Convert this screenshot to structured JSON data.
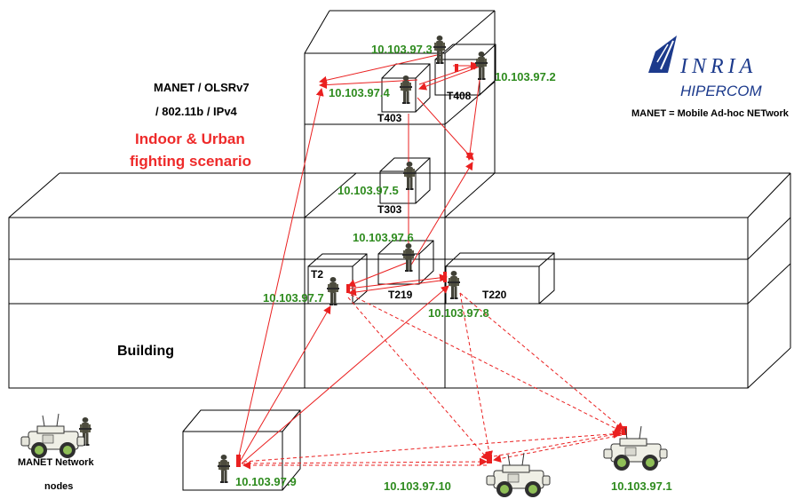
{
  "header": {
    "protocol_line1": "MANET / OLSRv7",
    "protocol_line2": "/ 802.11b / IPv4",
    "scenario_line1": "Indoor & Urban",
    "scenario_line2": "fighting scenario"
  },
  "logo": {
    "name": "INRIA",
    "project": "HIPERCOM",
    "definition": "MANET = Mobile Ad-hoc NETwork"
  },
  "building_label": "Building",
  "legend": {
    "line1": "MANET Network",
    "line2": "nodes"
  },
  "rooms": {
    "t408": "T408",
    "t403": "T403",
    "t303": "T303",
    "t2": "T2",
    "t219": "T219",
    "t220": "T220"
  },
  "nodes": {
    "n3": "10.103.97.3",
    "n2": "10.103.97.2",
    "n4": "10.103.97.4",
    "n5": "10.103.97.5",
    "n6": "10.103.97.6",
    "n7": "10.103.97.7",
    "n8": "10.103.97.8",
    "n9": "10.103.97.9",
    "n10": "10.103.97.10",
    "n1": "10.103.97.1"
  },
  "colors": {
    "ip": "#2e8b1e",
    "link": "#ea2020",
    "scenario": "#ee2a2a",
    "logo": "#1c3a8c"
  }
}
